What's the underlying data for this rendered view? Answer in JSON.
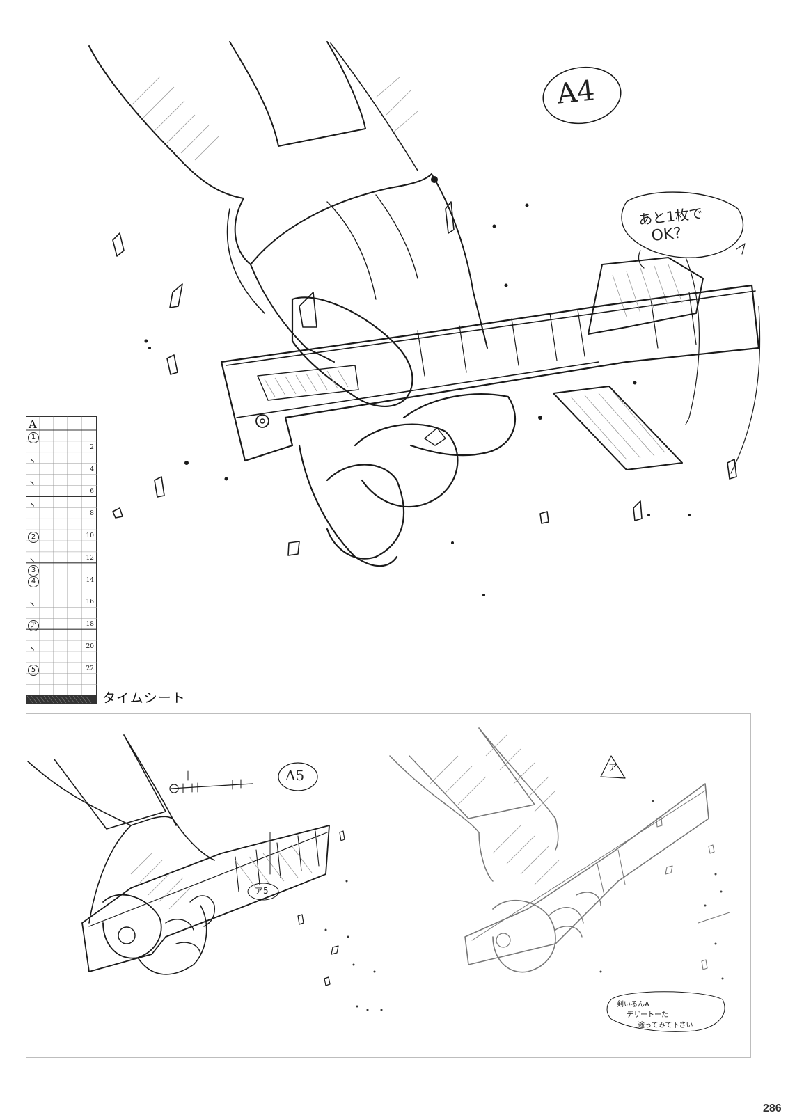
{
  "main_sketch": {
    "cut_label": "A4",
    "note_lines": [
      "あと1枚で",
      "OK?"
    ]
  },
  "timesheet": {
    "label": "タイムシート",
    "header": "A",
    "frame_numbers": [
      "2",
      "4",
      "6",
      "8",
      "10",
      "12",
      "14",
      "16",
      "18",
      "20",
      "22"
    ],
    "key_marks": [
      "1",
      "ヽ",
      "ヽ",
      "ヽ",
      "2",
      "ヽ",
      "3",
      "4",
      "ヽ",
      "ア",
      "ヽ",
      "5"
    ]
  },
  "panel_left": {
    "cut_label": "A5",
    "note": "ア5"
  },
  "panel_right": {
    "note_top": "ア",
    "note_bottom_lines": [
      "剣いるんA",
      "デザートーた",
      "途ってみて下さい"
    ]
  },
  "page_number": "286"
}
